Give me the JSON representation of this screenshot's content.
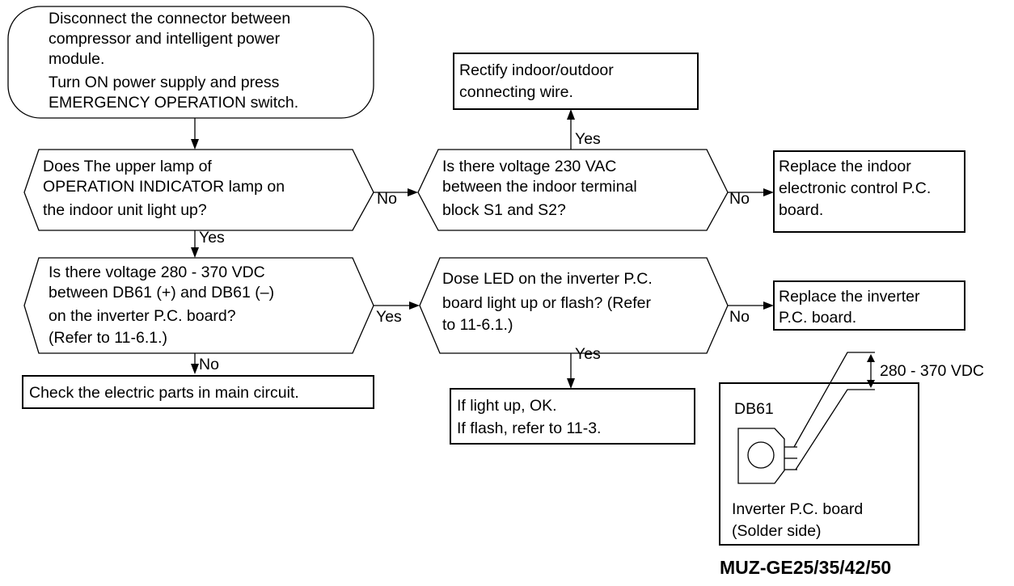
{
  "start": {
    "lines": [
      "Disconnect the connector between",
      "compressor and intelligent power",
      "module.",
      "Turn ON power supply and press",
      "EMERGENCY OPERATION switch."
    ]
  },
  "decision_lamp": {
    "lines": [
      "Does The upper lamp of",
      "OPERATION INDICATOR lamp on",
      "the indoor unit light up?"
    ]
  },
  "decision_voltage_ac": {
    "lines": [
      "Is there voltage 230 VAC",
      "between the indoor terminal",
      "block S1 and S2?"
    ]
  },
  "box_rectify": {
    "lines": [
      "Rectify indoor/outdoor",
      "connecting wire."
    ]
  },
  "box_replace_indoor": {
    "lines": [
      "Replace the indoor",
      "electronic control P.C.",
      "board."
    ]
  },
  "decision_voltage_dc": {
    "lines": [
      "Is there voltage 280 - 370 VDC",
      "between DB61 (+) and DB61 (–)",
      "on the inverter P.C. board?",
      "(Refer to 11-6.1.)"
    ]
  },
  "decision_led": {
    "lines": [
      "Dose LED on the inverter P.C.",
      "board light up or flash? (Refer",
      "to 11-6.1.)"
    ]
  },
  "box_replace_inverter": {
    "lines": [
      "Replace the inverter",
      "P.C. board."
    ]
  },
  "box_check": {
    "lines": [
      "Check the electric parts in main circuit."
    ]
  },
  "box_result": {
    "lines": [
      "If light up, OK.",
      "If flash, refer to 11-3."
    ]
  },
  "labels": {
    "yes": "Yes",
    "no": "No"
  },
  "board": {
    "component": "DB61",
    "voltage": "280 - 370 VDC",
    "caption_lines": [
      "Inverter P.C. board",
      "(Solder side)"
    ]
  },
  "model": "MUZ-GE25/35/42/50"
}
